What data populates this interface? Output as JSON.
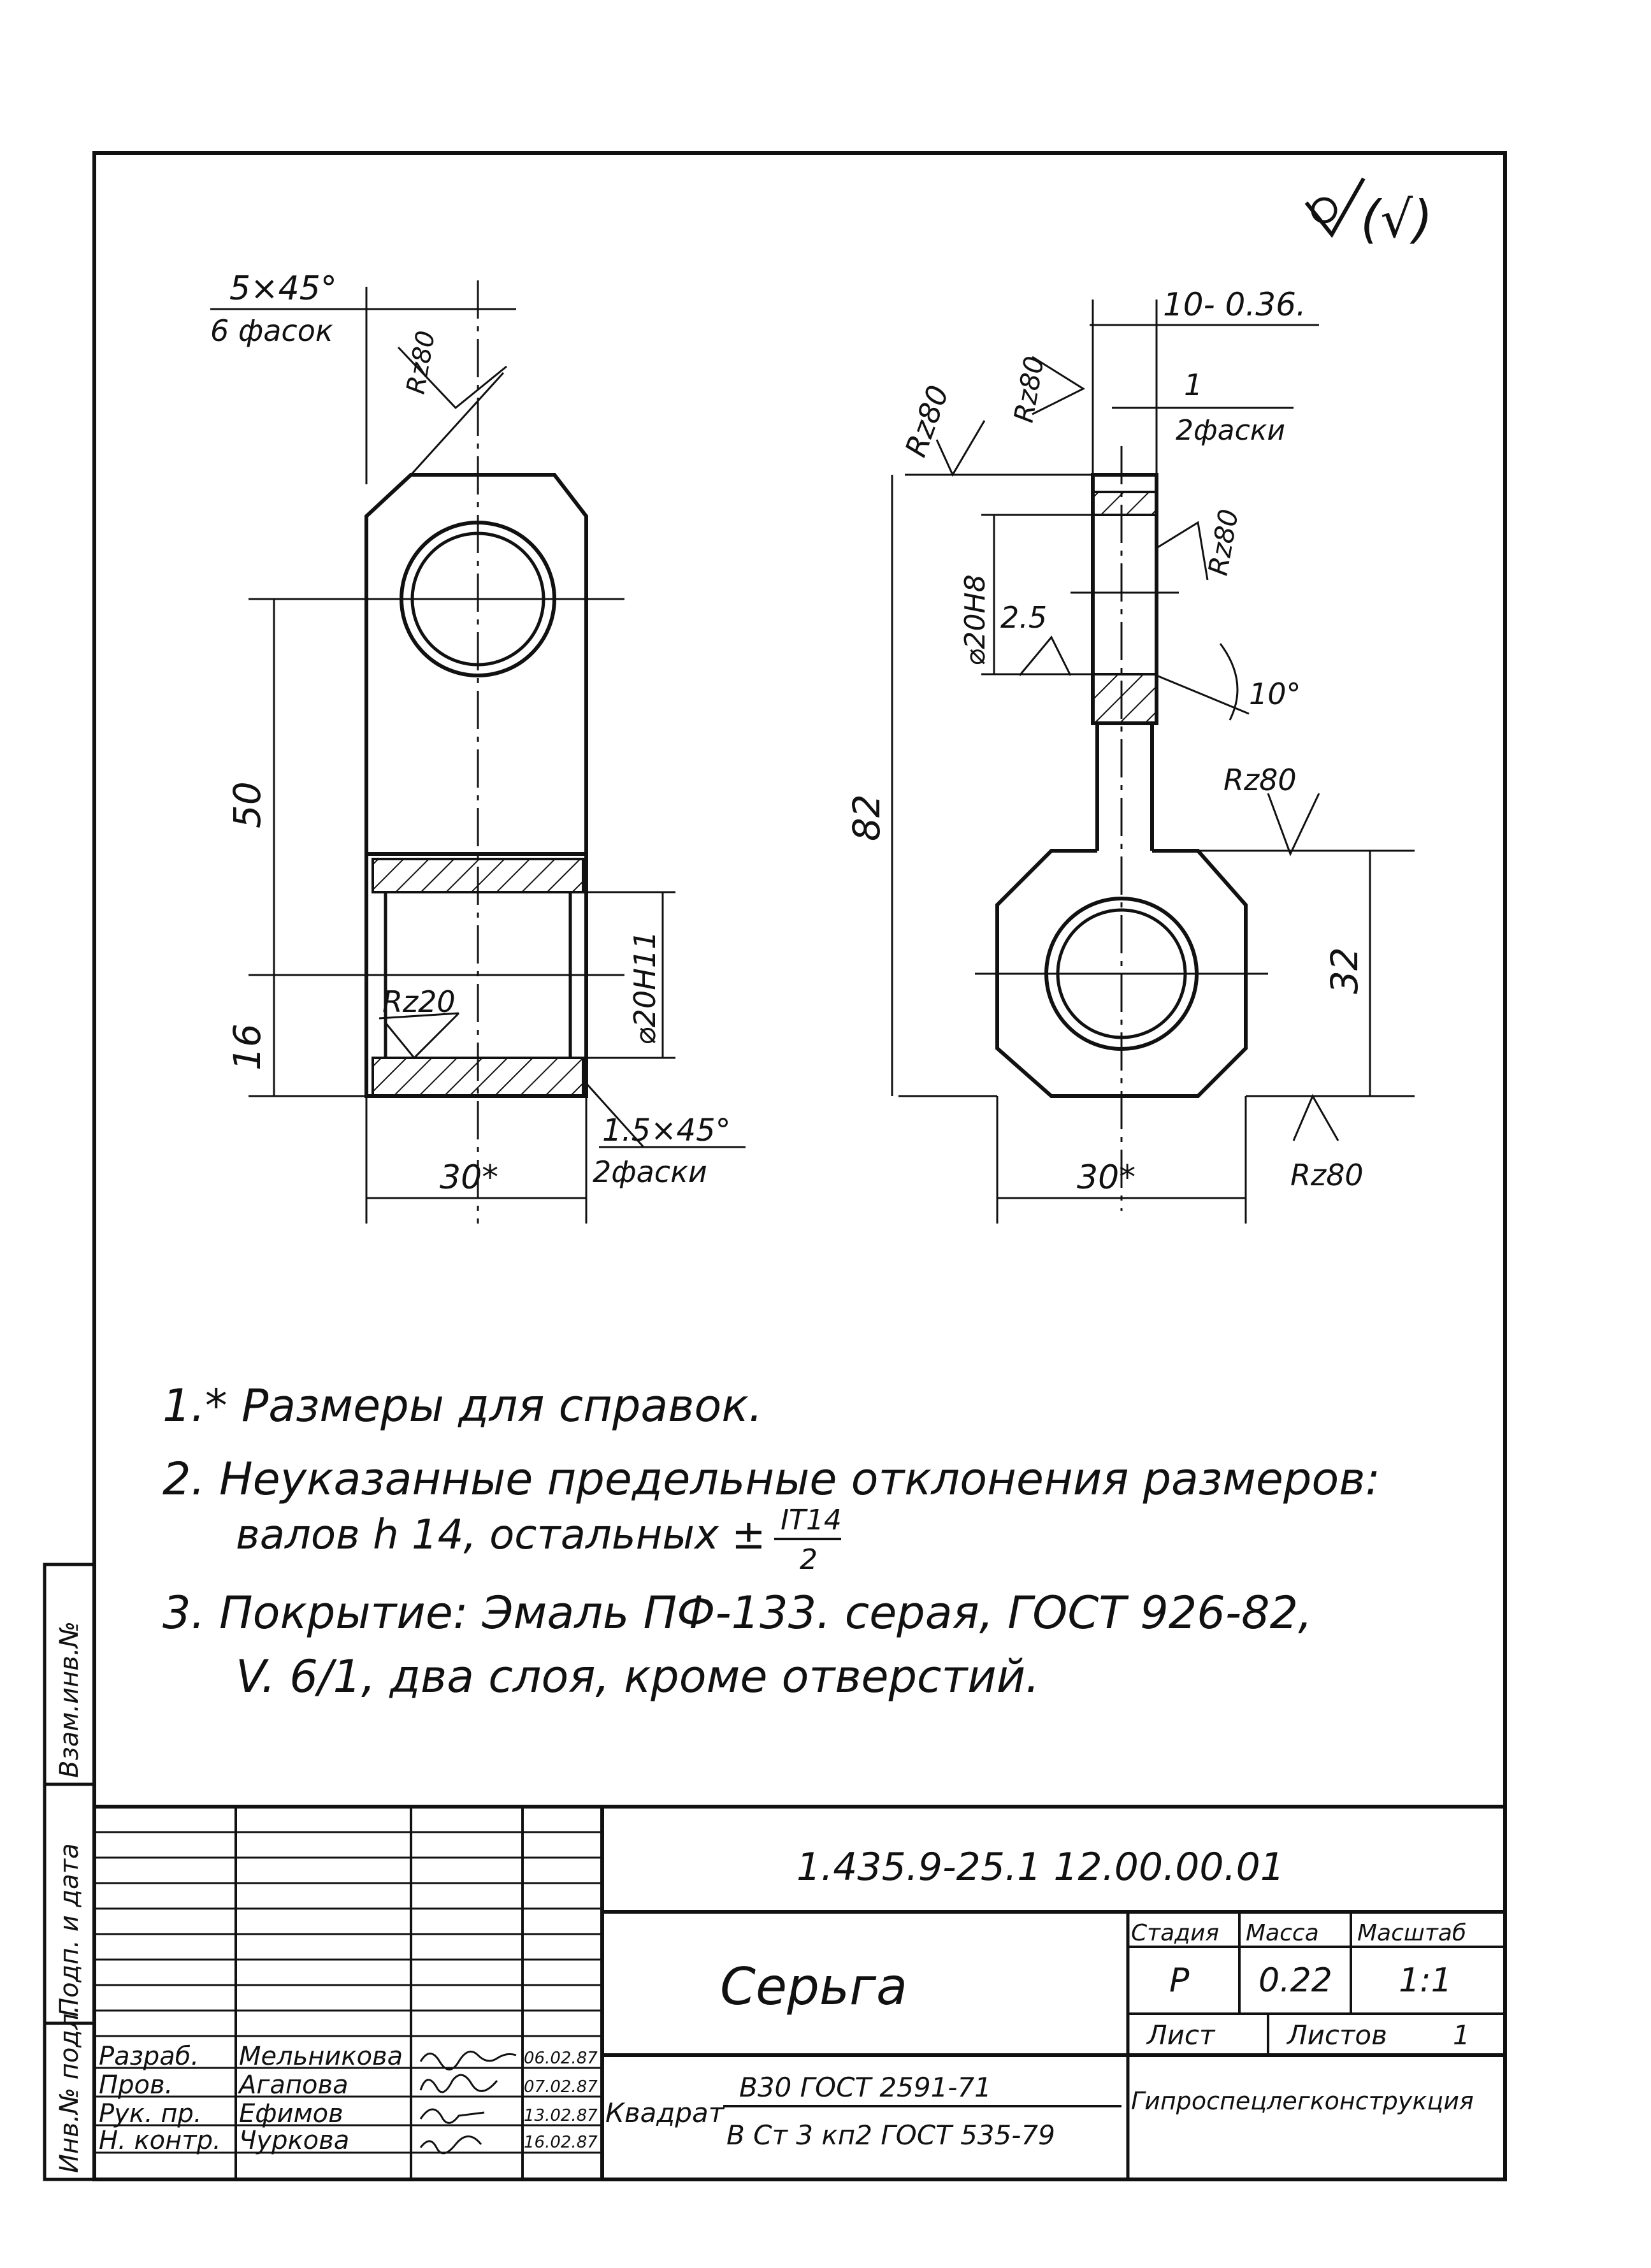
{
  "marks": {
    "roughness_general": "(√)"
  },
  "left_view": {
    "chamfer_top_1": "5×45°",
    "chamfer_top_2": "6 фасок",
    "rough_top": "Rz80",
    "dim_50": "50",
    "dim_16": "16",
    "rough_bore": "Rz20",
    "bore_dia": "⌀20Н11",
    "chamfer_bottom_1": "1.5×45°",
    "chamfer_bottom_2": "2фаски",
    "width": "30*"
  },
  "right_view": {
    "thickness": "10- 0.36.",
    "chamfer_1": "1",
    "chamfer_2": "2фаски",
    "rough_left": "Rz80",
    "rough_top": "Rz80",
    "rough_side": "Rz80",
    "bore_dia": "⌀20Н8",
    "small_dim": "2.5",
    "angle": "10°",
    "rough_mid": "Rz80",
    "dim_82": "82",
    "dim_32": "32",
    "width": "30*",
    "rough_bottom": "Rz80"
  },
  "notes": {
    "line1": "1.* Размеры для справок.",
    "line2": "2. Неуказанные предельные отклонения размеров:",
    "line2b_prefix": "валов h 14, остальных ±",
    "line2b_numerator": "IT14",
    "line2b_denominator": "2",
    "line3": "3. Покрытие: Эмаль ПФ-133. серая, ГОСТ 926-82,",
    "line3b": "V. 6/1, два слоя, кроме отверстий."
  },
  "side_strip": {
    "cell1": "Взам.инв.№",
    "cell2": "Подп. и дата",
    "cell3": "Инв.№ подл."
  },
  "title_block": {
    "designation": "1.435.9-25.1 12.00.00.01",
    "part_name": "Серьга",
    "stage_header": "Стадия",
    "mass_header": "Масса",
    "scale_header": "Масштаб",
    "stage": "Р",
    "mass": "0.22",
    "scale": "1:1",
    "sheet_label": "Лист",
    "sheets_label": "Листов",
    "sheets_count": "1",
    "organization": "Гипроспецлегконструкция",
    "material_prefix": "Квадрат",
    "material_line1": "В30 ГОСТ 2591-71",
    "material_line2": "В Ст 3 кп2 ГОСТ 535-79",
    "rows": [
      {
        "role": "Разраб.",
        "name": "Мельникова",
        "date": "06.02.87"
      },
      {
        "role": "Пров.",
        "name": "Агапова",
        "date": "07.02.87"
      },
      {
        "role": "Рук. пр.",
        "name": "Ефимов",
        "date": "13.02.87"
      },
      {
        "role": "Н. контр.",
        "name": "Чуркова",
        "date": "16.02.87"
      }
    ]
  }
}
